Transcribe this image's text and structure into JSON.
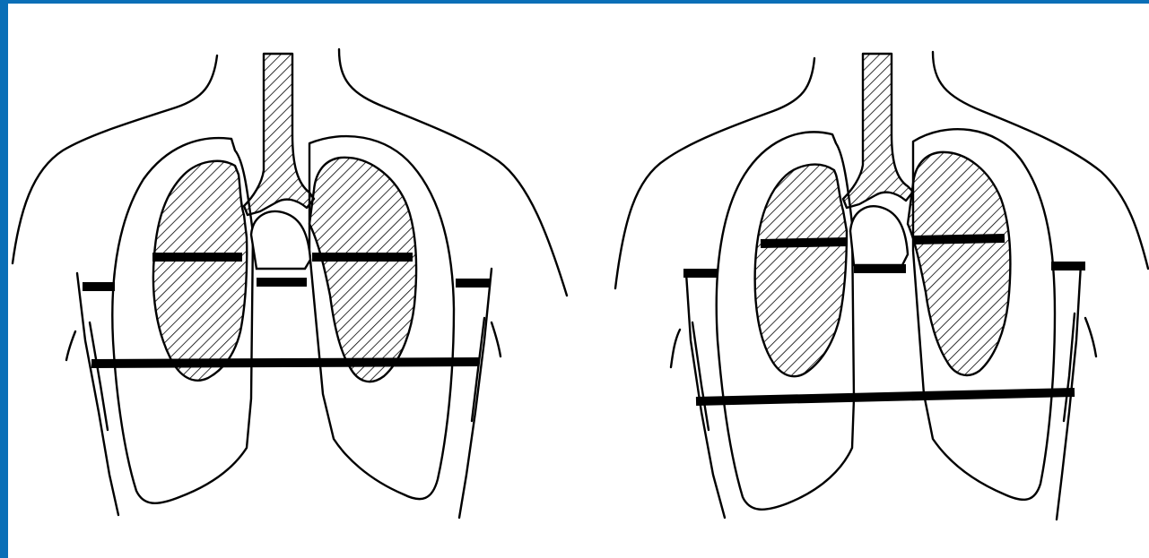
{
  "figure": {
    "panels": [
      {
        "id": "left",
        "state": "expiration"
      },
      {
        "id": "right",
        "state": "inspiration"
      }
    ]
  },
  "colors": {
    "frame_accent": "#0a6fb7",
    "line": "#000000",
    "background": "#ffffff"
  }
}
